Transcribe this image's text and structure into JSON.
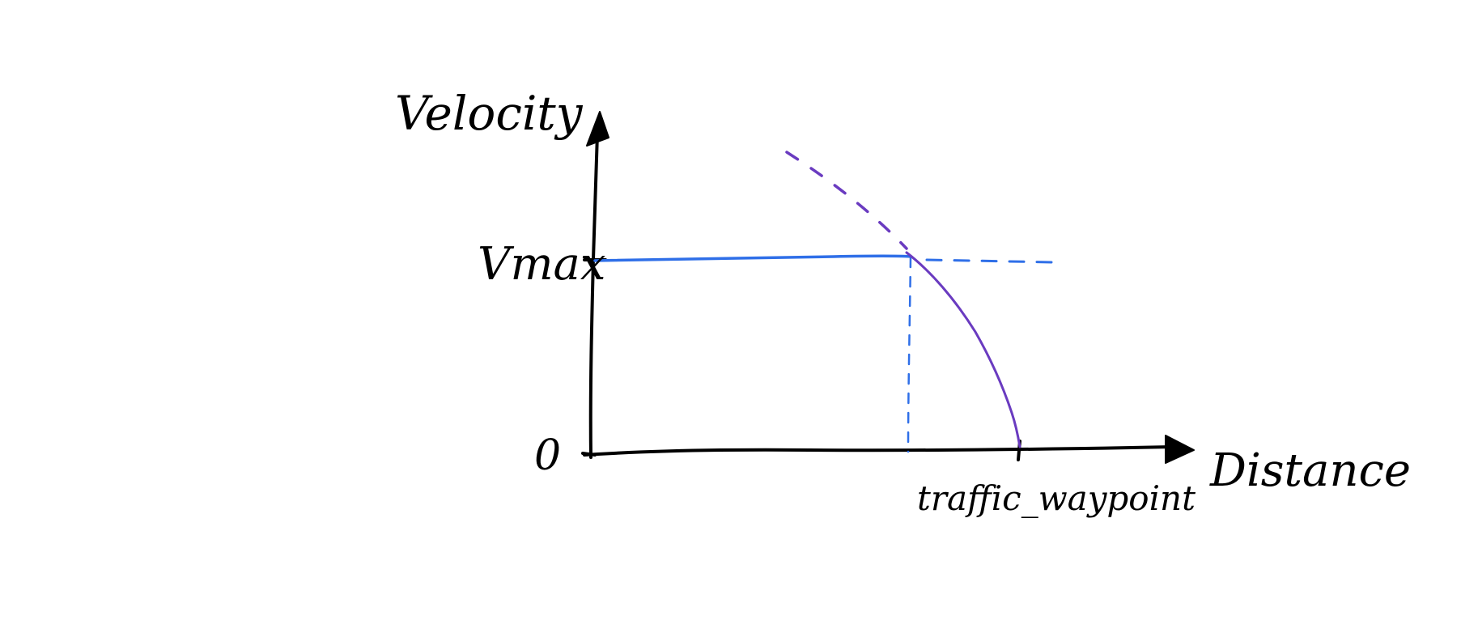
{
  "labels": {
    "y_axis": "Velocity",
    "x_axis": "Distance",
    "vmax": "Vmax",
    "zero": "0",
    "waypoint": "traffic_waypoint"
  },
  "colors": {
    "axis": "#000000",
    "vmax_line": "#2f6fe8",
    "braking_curve": "#6a3bc0"
  }
}
